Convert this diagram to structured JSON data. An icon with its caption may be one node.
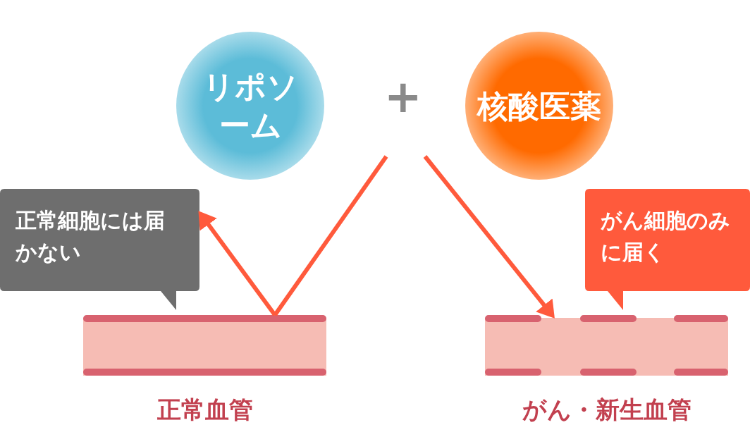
{
  "diagram": {
    "nodes": [
      {
        "text": [
          "リポソーム"
        ]
      },
      {
        "text": [
          "核酸医薬"
        ]
      },
      {
        "text": [
          "正常細胞には届かない"
        ]
      },
      {
        "text": [
          "がん細胞のみに届く"
        ]
      },
      {
        "text": [
          "正常血管"
        ]
      },
      {
        "text": [
          "がん・新生血管"
        ]
      }
    ],
    "edges": [
      {
        "from": null,
        "to": 4,
        "arrow": "none"
      },
      {
        "from": 4,
        "to": 2,
        "arrow": "to"
      },
      {
        "from": null,
        "to": 5,
        "arrow": "to"
      }
    ],
    "labels": [
      "+"
    ]
  }
}
